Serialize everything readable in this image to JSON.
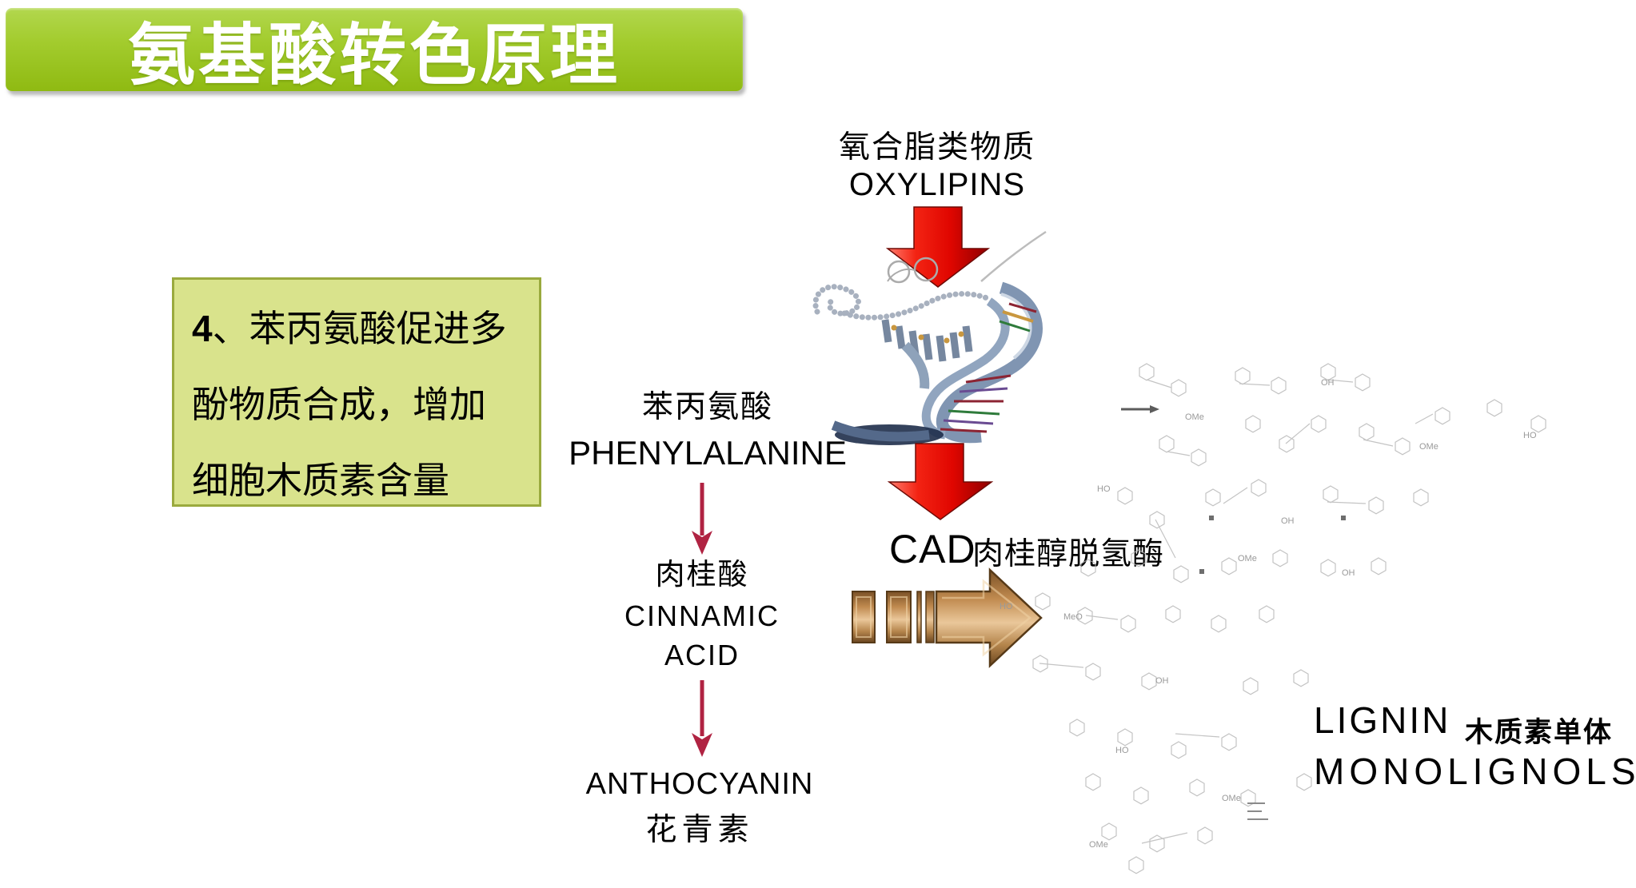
{
  "colors": {
    "banner-green-top": "#b2d74e",
    "banner-green-mid": "#a3cc2e",
    "banner-green-bottom": "#8fba12",
    "box-fill": "#d9e38c",
    "box-border": "#9aaa3e",
    "arrow-red": "#e20a00",
    "arrow-crimson": "#b02342",
    "arrow-brown": "#a97b49",
    "text-black": "#000000"
  },
  "banner": {
    "title": "氨基酸转色原理"
  },
  "info_box": {
    "number": "4",
    "line1_rest": "、苯丙氨酸促进多",
    "line2": "酚物质合成，增加",
    "line3": "细胞木质素含量"
  },
  "pathway": {
    "oxylipins": {
      "zh": "氧合脂类物质",
      "en": "OXYLIPINS"
    },
    "phenylalanine": {
      "zh": "苯丙氨酸",
      "en": "PHENYLALANINE"
    },
    "cad": {
      "abbr": "CAD",
      "zh": "肉桂醇脱氢酶"
    },
    "cinnamic": {
      "zh": "肉桂酸",
      "en1": "CINNAMIC",
      "en2": "ACID"
    },
    "anthocyanin": {
      "en": "ANTHOCYANIN",
      "zh": "花青素"
    },
    "lignin": {
      "en": "LIGNIN",
      "zh": "木质素单体",
      "en2": "MONOLIGNOLS"
    }
  }
}
